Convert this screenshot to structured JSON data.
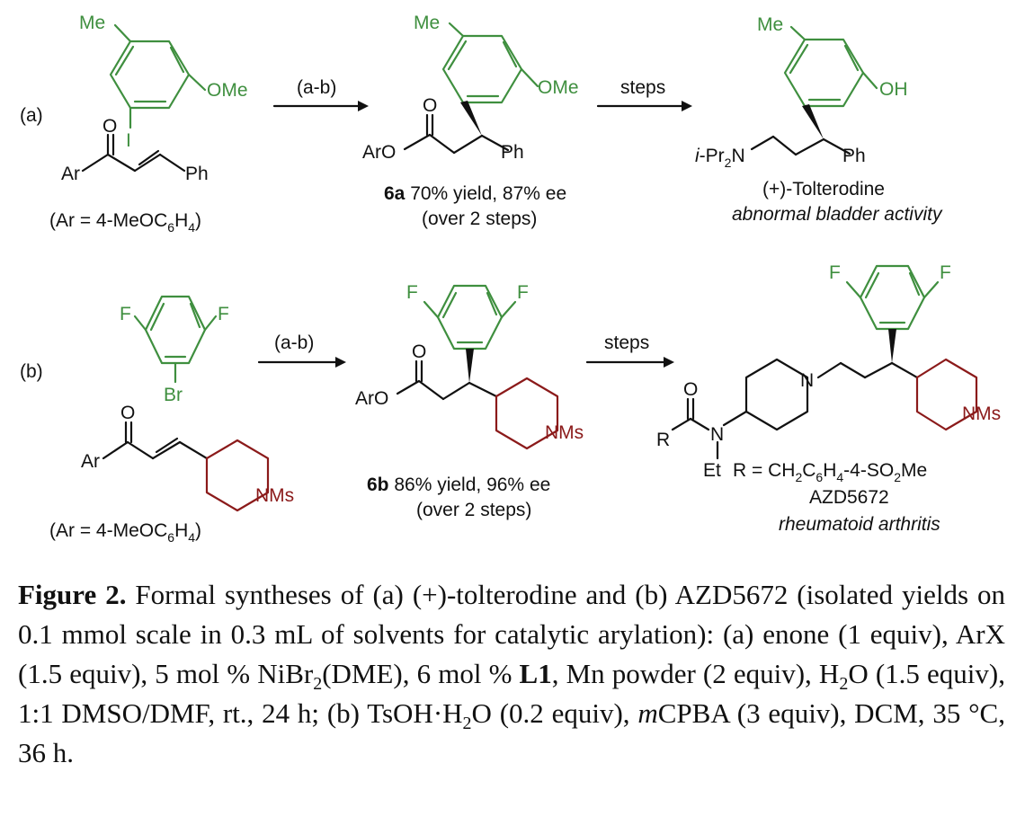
{
  "scheme": {
    "part_a": {
      "label": "(a)",
      "reactant1": {
        "me": "Me",
        "ome": "OMe",
        "halogen": "I"
      },
      "reactant2": {
        "ar": "Ar",
        "o": "O",
        "ph": "Ph",
        "ar_def": "(Ar = 4-MeOC",
        "ar_def_sub1": "6",
        "ar_def_mid": "H",
        "ar_def_sub2": "4",
        "ar_def_end": ")"
      },
      "arrow1_label": "(a-b)",
      "product": {
        "me": "Me",
        "ome": "OMe",
        "o": "O",
        "aro": "ArO",
        "ph": "Ph",
        "id": "6a",
        "yield_text": " 70% yield, 87% ee",
        "steps_text": "(over 2 steps)"
      },
      "arrow2_label": "steps",
      "target": {
        "me": "Me",
        "oh": "OH",
        "amine_i": "i",
        "amine_rest": "-Pr",
        "amine_sub": "2",
        "amine_n": "N",
        "ph": "Ph",
        "name": "(+)-Tolterodine",
        "indication": "abnormal bladder activity"
      }
    },
    "part_b": {
      "label": "(b)",
      "reactant1": {
        "f1": "F",
        "f2": "F",
        "halogen": "Br"
      },
      "reactant2": {
        "ar": "Ar",
        "o": "O",
        "nms": "NMs",
        "ar_def": "(Ar = 4-MeOC",
        "ar_def_sub1": "6",
        "ar_def_mid": "H",
        "ar_def_sub2": "4",
        "ar_def_end": ")"
      },
      "arrow1_label": "(a-b)",
      "product": {
        "f1": "F",
        "f2": "F",
        "o": "O",
        "aro": "ArO",
        "nms": "NMs",
        "id": "6b",
        "yield_text": " 86% yield, 96% ee",
        "steps_text": "(over 2 steps)"
      },
      "arrow2_label": "steps",
      "target": {
        "f1": "F",
        "f2": "F",
        "o": "O",
        "r": "R",
        "n_amide": "N",
        "et": "Et",
        "n_pip": "N",
        "nms": "NMs",
        "r_def": "R = CH",
        "r_sub1": "2",
        "r_mid1": "C",
        "r_sub2": "6",
        "r_mid2": "H",
        "r_sub3": "4",
        "r_mid3": "-4-SO",
        "r_sub4": "2",
        "r_end": "Me",
        "name": "AZD5672",
        "indication": "rheumatoid arthritis"
      }
    }
  },
  "caption": {
    "figure_label": "Figure 2.",
    "t1": " Formal syntheses of (a) (+)-tolterodine and (b) AZD5672 (isolated yields on 0.1 mmol scale in 0.3 mL of solvents for catalytic arylation): (a) enone (1 equiv), ArX (1.5 equiv), 5 mol % NiBr",
    "s1": "2",
    "t2": "(DME), 6 mol % ",
    "ligand": "L1",
    "t3": ", Mn powder (2 equiv), H",
    "s2": "2",
    "t4": "O (1.5 equiv), 1:1 DMSO/DMF, rt., 24 h; (b) TsOH·H",
    "s3": "2",
    "t5": "O (0.2 equiv), ",
    "italic_m": "m",
    "t6": "CPBA (3 equiv), DCM, 35 °C, 36 h."
  }
}
